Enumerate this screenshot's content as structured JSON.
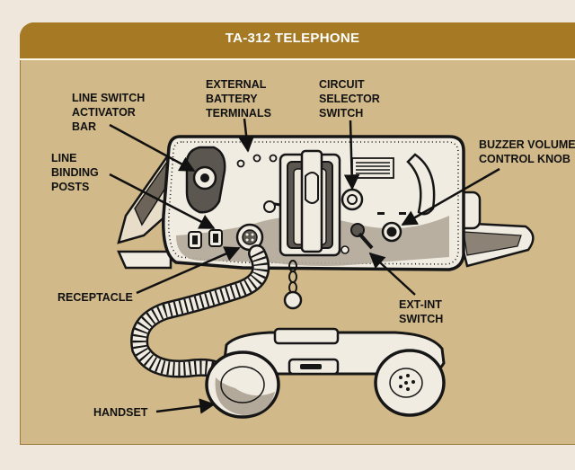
{
  "figure": {
    "title": "TA-312 TELEPHONE",
    "labels": {
      "line_switch_activator_bar": "LINE SWITCH\nACTIVATOR\nBAR",
      "external_battery_terminals": "EXTERNAL\nBATTERY\nTERMINALS",
      "circuit_selector_switch": "CIRCUIT\nSELECTOR\nSWITCH",
      "buzzer_volume_control_knob": "BUZZER VOLUME\nCONTROL KNOB",
      "line_binding_posts": "LINE\nBINDING\nPOSTS",
      "receptacle": "RECEPTACLE",
      "ext_int_switch": "EXT-INT\nSWITCH",
      "handset": "HANDSET"
    }
  },
  "colors": {
    "header": "#a67a24",
    "panel": "#d1b989",
    "page": "#efe6dc",
    "device_body": "#f1ece2",
    "outline": "#161616",
    "shadow": "#b3a99a"
  }
}
